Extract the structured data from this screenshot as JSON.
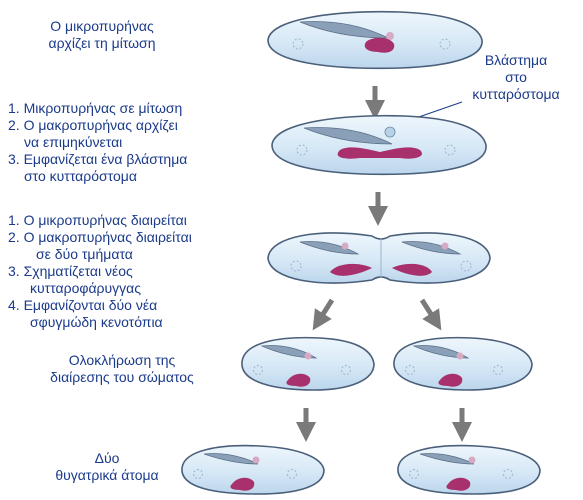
{
  "colors": {
    "text": "#1a3a8a",
    "cell_fill": "#dcecf8",
    "cell_outline": "#4a5f7a",
    "macronucleus": "#a8306c",
    "micronucleus": "#d7aac4",
    "oral_groove": "#8aa0b8",
    "arrow": "#7a7a7a"
  },
  "stage1": {
    "line1": "Ο μικροπυρήνας",
    "line2": "αρχίζει τη μίτωση"
  },
  "callout": {
    "line1": "Βλάστημα",
    "line2": "στο",
    "line3": "κυτταρόστομα"
  },
  "stage2": {
    "steps": [
      "1. Μικροπυρήνας σε μίτωση",
      "2. Ο μακροπυρήνας αρχίζει",
      "να επιμηκύνεται",
      "3. Εμφανίζεται ένα βλάστημα",
      "στο κυτταρόστομα"
    ]
  },
  "stage3": {
    "steps": [
      "1. Ο μικροπυρήνας διαιρείται",
      "2. Ο μακροπυρήνας διαιρείται",
      "σε δύο τμήματα",
      "3. Σχηματίζεται νέος",
      "κυτταροφάρυγγας",
      "4. Εμφανίζονται δύο νέα",
      "σφυγμώδη κενοτόπια"
    ]
  },
  "stage4": {
    "line1": "Ολοκλήρωση της",
    "line2": "διαίρεσης του σώματος"
  },
  "stage5": {
    "line1": "Δύο",
    "line2": "θυγατρικά άτομα"
  }
}
